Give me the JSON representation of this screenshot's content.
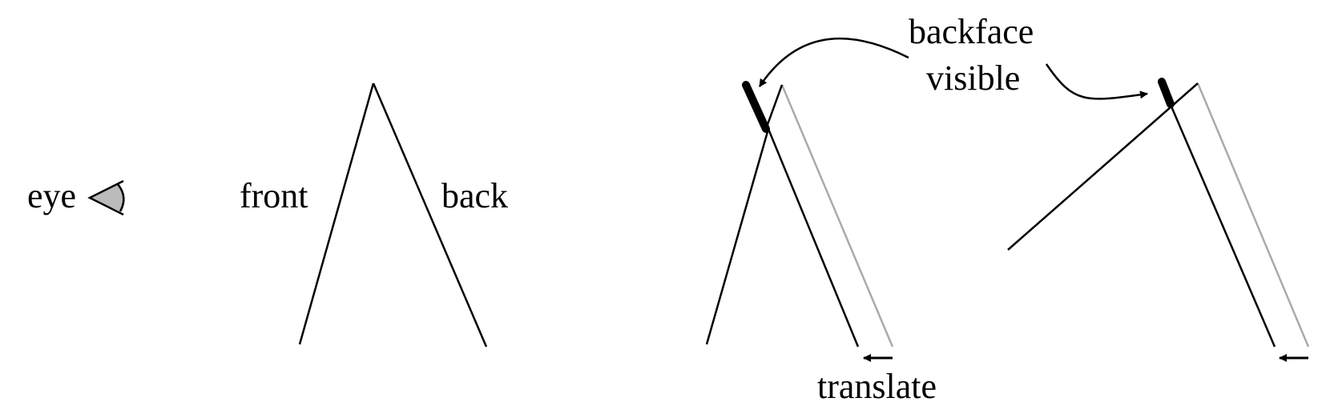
{
  "labels": {
    "eye": "eye",
    "front": "front",
    "back": "back",
    "backface_line1": "backface",
    "backface_line2": "visible",
    "translate": "translate"
  },
  "colors": {
    "ink": "#000000",
    "ghost": "#aaaaaa",
    "eye_fill": "#bbbbbb"
  },
  "icons": {
    "eye": "eye-icon",
    "arrow": "arrow-left-icon"
  }
}
